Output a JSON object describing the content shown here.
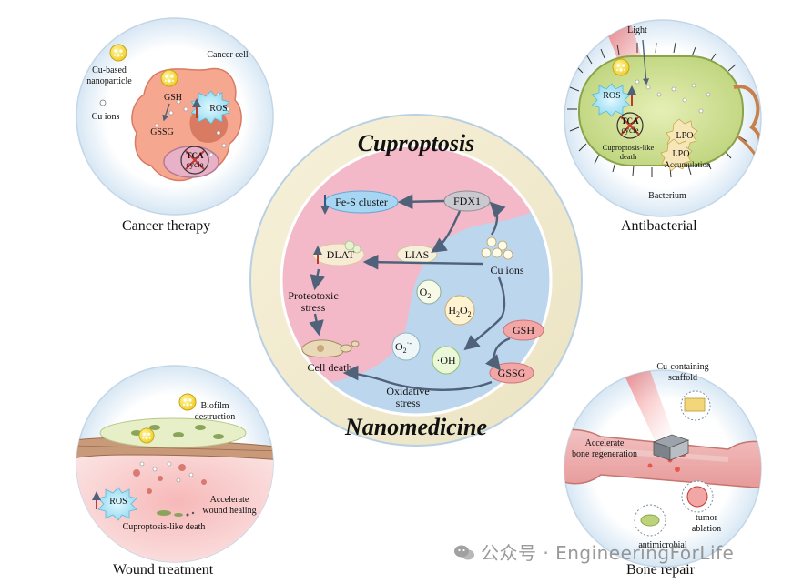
{
  "center": {
    "title_top": "Cuproptosis",
    "title_bottom": "Nanomedicine",
    "fe_s": "Fe-S cluster",
    "fdx1": "FDX1",
    "lias": "LIAS",
    "dlat": "DLAT",
    "cu_ions": "Cu ions",
    "proteotoxic": "Proteotoxic",
    "stress": "stress",
    "o2": "O",
    "o2_sub": "2",
    "h2o2_h": "H",
    "h2o2_sub1": "2",
    "h2o2_o": "O",
    "h2o2_sub2": "2",
    "superoxide": "O",
    "superoxide_sub": "2",
    "superoxide_sup": "·-",
    "oh": "·OH",
    "gsh": "GSH",
    "gssg": "GSSG",
    "cell_death": "Cell death",
    "oxidative": "Oxidative",
    "oxidative_stress": "stress"
  },
  "cancer": {
    "caption": "Cancer therapy",
    "cu_np_1": "Cu-based",
    "cu_np_2": "nanoparticle",
    "cu_ions": "Cu ions",
    "cancer_cell": "Cancer cell",
    "gsh": "GSH",
    "gssg": "GSSG",
    "ros": "ROS",
    "tca": "TCA",
    "cycle": "cycle"
  },
  "antibacterial": {
    "caption": "Antibacterial",
    "light": "Light",
    "ros": "ROS",
    "tca": "TCA",
    "cycle": "cycle",
    "cup_like_1": "Cuproptosis-like",
    "cup_like_2": "death",
    "lpo": "LPO",
    "accumulation": "Accumulation",
    "bacterium": "Bacterium"
  },
  "wound": {
    "caption": "Wound treatment",
    "biofilm_1": "Biofilm",
    "biofilm_2": "destruction",
    "accel_1": "Accelerate",
    "accel_2": "wound healing",
    "ros": "ROS",
    "cup_like": "Cuproptosis-like death"
  },
  "bone": {
    "caption": "Bone repair",
    "scaffold_1": "Cu-containing",
    "scaffold_2": "scaffold",
    "accel_1": "Accelerate",
    "accel_2": "bone regeneration",
    "tumor_1": "tumor",
    "tumor_2": "ablation",
    "antimicrobial": "antimicrobial"
  },
  "watermark": "公众号 · EngineeringForLife",
  "colors": {
    "pink": "#f3b9c9",
    "blue": "#bcd6ee",
    "ring": "#f3ecd2",
    "ros_fill": "#a9e6f6",
    "gsh_fill": "#f2a6a6",
    "up_arrow": "#c0392b",
    "down_arrow": "#2c5a8a"
  }
}
